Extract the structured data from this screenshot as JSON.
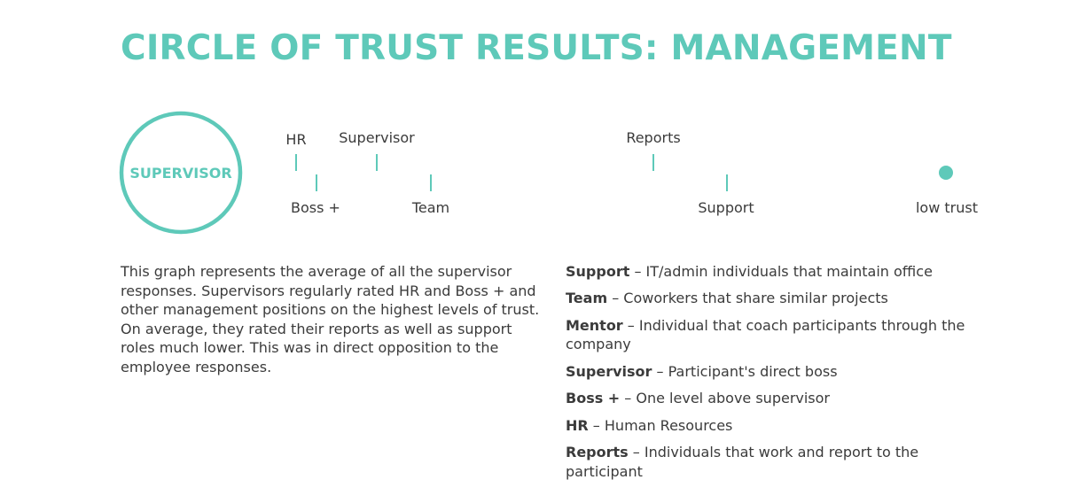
{
  "title": "CIRCLE OF TRUST RESULTS: MANAGEMENT",
  "colors": {
    "accent": "#5ec9b9",
    "line_start": "#a8e0d6",
    "line_end": "#c5e6c4",
    "text": "#3b3b3b"
  },
  "scale": {
    "center_label": "SUPERVISOR",
    "end_label": "low trust",
    "ticks_above": [
      {
        "key": "hr",
        "label": "HR"
      },
      {
        "key": "supervisor",
        "label": "Supervisor"
      },
      {
        "key": "reports",
        "label": "Reports"
      }
    ],
    "ticks_below": [
      {
        "key": "boss-plus",
        "label": "Boss +"
      },
      {
        "key": "team",
        "label": "Team"
      },
      {
        "key": "support",
        "label": "Support"
      }
    ]
  },
  "description": "This graph represents the average of all the supervisor responses. Supervisors regularly rated HR and Boss + and other management positions on the highest levels of trust. On average, they rated their reports as well as support roles much lower. This was in direct opposition to the employee responses.",
  "legend": [
    {
      "term": "Support",
      "definition": "IT/admin individuals that maintain office"
    },
    {
      "term": "Team",
      "definition": "Coworkers that share similar projects"
    },
    {
      "term": "Mentor",
      "definition": "Individual that coach participants through the company"
    },
    {
      "term": "Supervisor",
      "definition": "Participant's direct boss"
    },
    {
      "term": "Boss +",
      "definition": "One level above supervisor"
    },
    {
      "term": "HR",
      "definition": "Human Resources"
    },
    {
      "term": "Reports",
      "definition": "Individuals that work and report to the participant"
    }
  ],
  "legend_separator": " – "
}
